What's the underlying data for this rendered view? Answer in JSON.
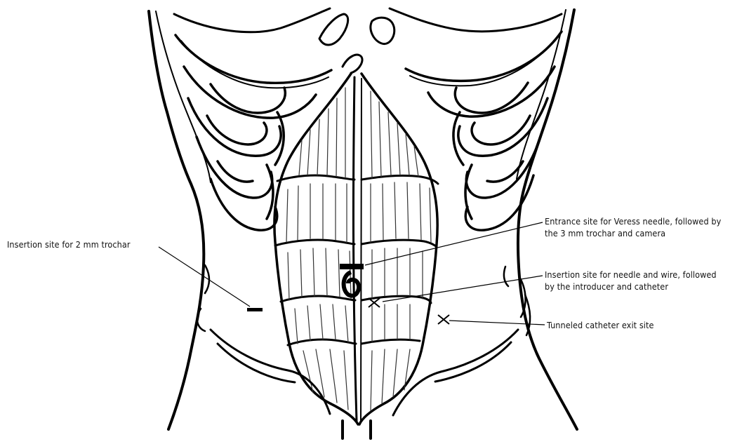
{
  "labels": {
    "trochar_site": "Insertion site for 2 mm trochar",
    "veress_site_line1": "Entrance site for Veress needle, followed by",
    "veress_site_line2": "the 3 mm trochar and camera",
    "needle_site_line1": "Insertion site for needle and wire, followed",
    "needle_site_line2": "by the introducer and catheter",
    "exit_site": "Tunneled catheter exit site"
  },
  "icons": {
    "trochar_marker": "dash-mark",
    "veress_marker": "umbilical-port-mark",
    "needle_marker": "x-mark",
    "exit_marker": "x-mark"
  }
}
